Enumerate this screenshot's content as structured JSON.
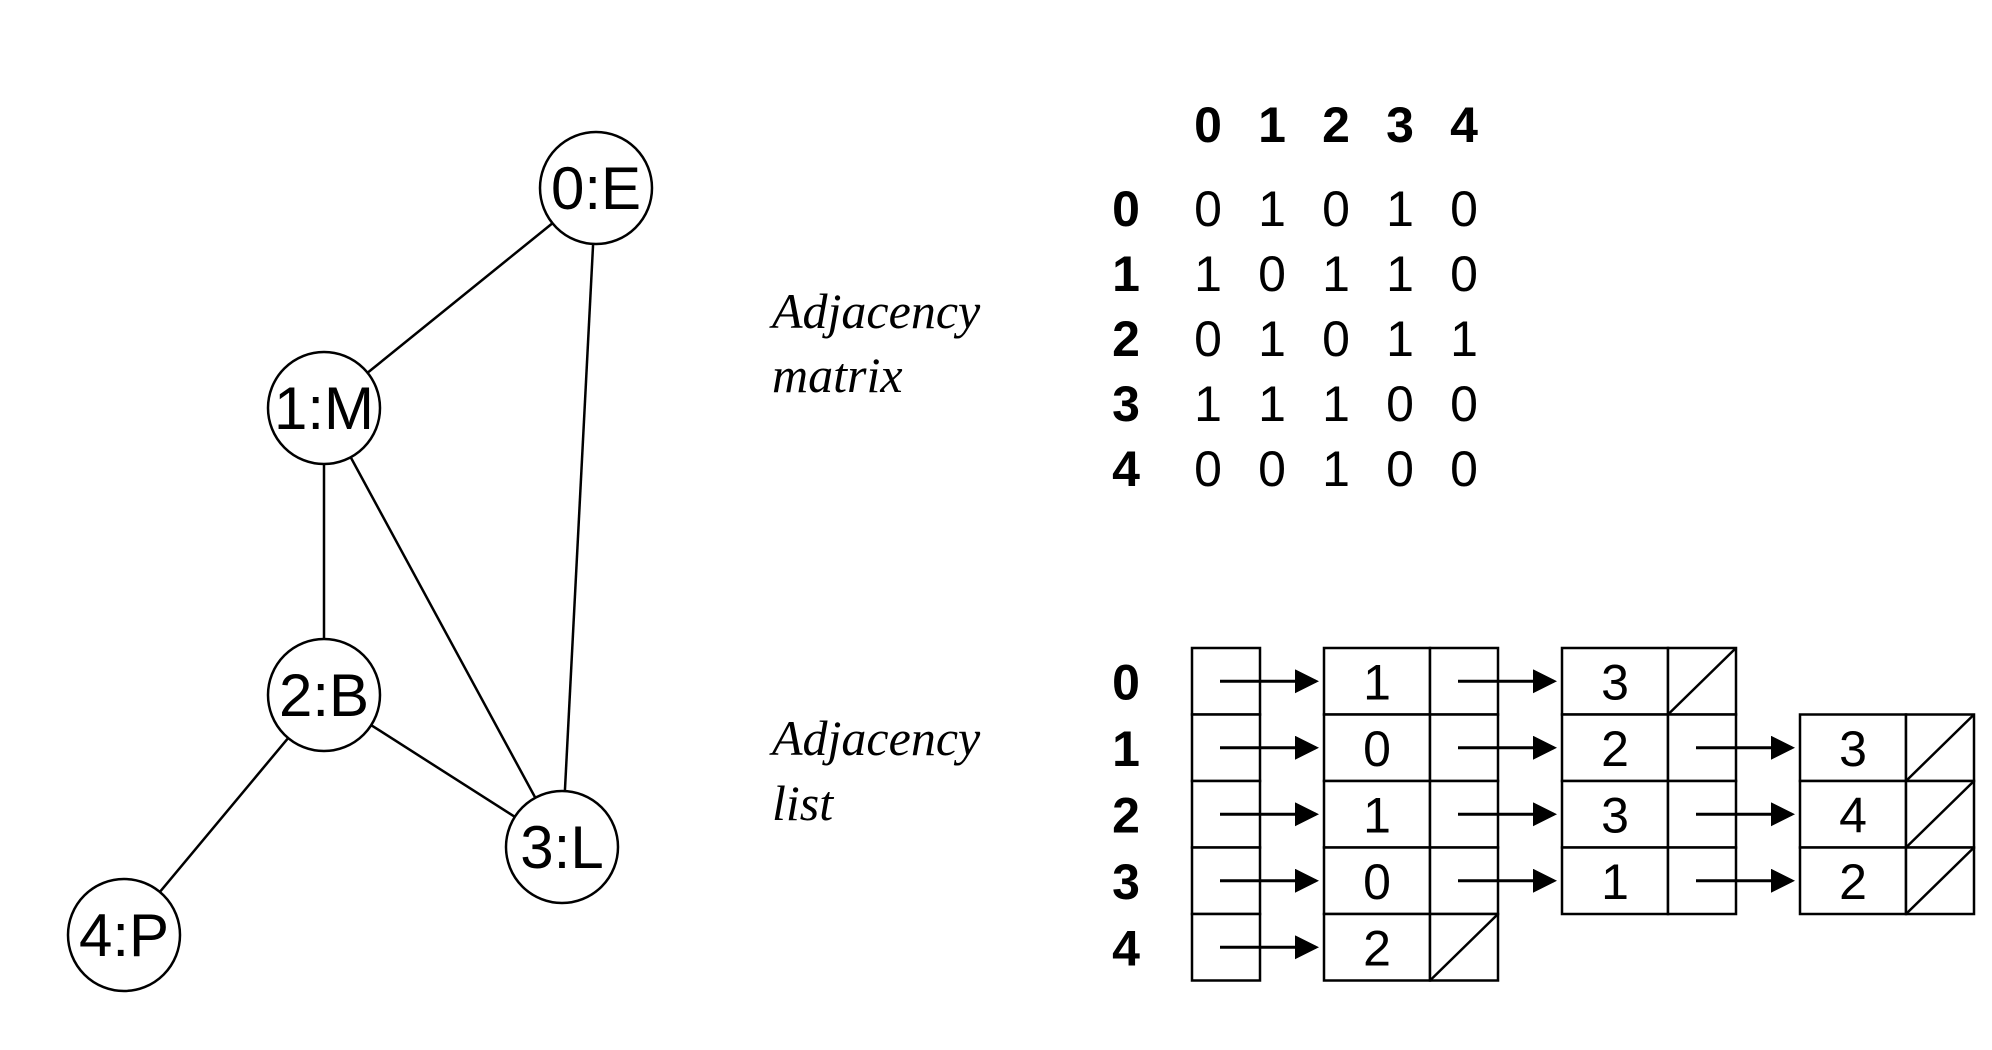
{
  "graph": {
    "nodes": [
      {
        "id": 0,
        "label": "0:E"
      },
      {
        "id": 1,
        "label": "1:M"
      },
      {
        "id": 2,
        "label": "2:B"
      },
      {
        "id": 3,
        "label": "3:L"
      },
      {
        "id": 4,
        "label": "4:P"
      }
    ],
    "edges": [
      [
        0,
        1
      ],
      [
        0,
        3
      ],
      [
        1,
        2
      ],
      [
        1,
        3
      ],
      [
        2,
        3
      ],
      [
        2,
        4
      ]
    ]
  },
  "matrix": {
    "caption_line1": "Adjacency",
    "caption_line2": "matrix",
    "col_headers": [
      "0",
      "1",
      "2",
      "3",
      "4"
    ],
    "row_headers": [
      "0",
      "1",
      "2",
      "3",
      "4"
    ],
    "rows": [
      [
        "0",
        "1",
        "0",
        "1",
        "0"
      ],
      [
        "1",
        "0",
        "1",
        "1",
        "0"
      ],
      [
        "0",
        "1",
        "0",
        "1",
        "1"
      ],
      [
        "1",
        "1",
        "1",
        "0",
        "0"
      ],
      [
        "0",
        "0",
        "1",
        "0",
        "0"
      ]
    ]
  },
  "list": {
    "caption_line1": "Adjacency",
    "caption_line2": "list",
    "row_headers": [
      "0",
      "1",
      "2",
      "3",
      "4"
    ],
    "rows": [
      [
        "1",
        "3"
      ],
      [
        "0",
        "2",
        "3"
      ],
      [
        "1",
        "3",
        "4"
      ],
      [
        "0",
        "1",
        "2"
      ],
      [
        "2"
      ]
    ]
  }
}
